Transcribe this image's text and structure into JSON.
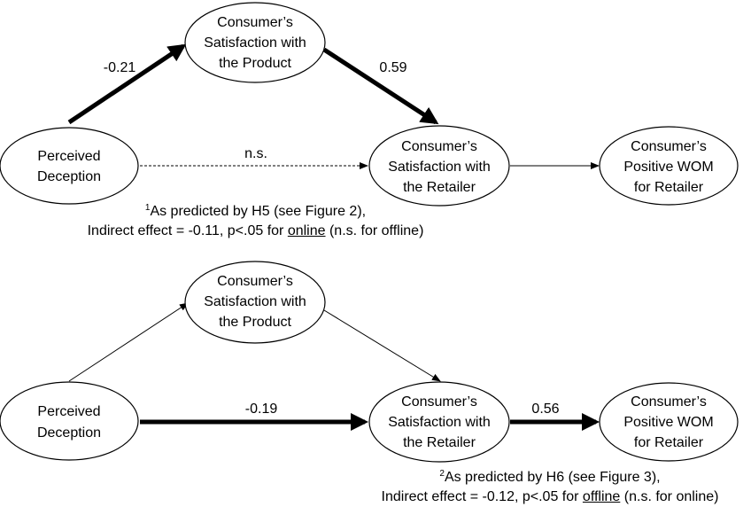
{
  "panels": [
    {
      "nodes": {
        "deception": [
          "Perceived",
          "Deception"
        ],
        "product": [
          "Consumer’s",
          "Satisfaction with",
          "the Product"
        ],
        "retailer": [
          "Consumer’s",
          "Satisfaction with",
          "the Retailer"
        ],
        "wom": [
          "Consumer’s",
          "Positive WOM",
          "for Retailer"
        ]
      },
      "paths": {
        "deception_product": "-0.21",
        "product_retailer": "0.59",
        "deception_retailer": "n.s.",
        "retailer_wom": ""
      },
      "note": {
        "superscript": "1",
        "line1": "As predicted by H5 (see Figure 2),",
        "line2_pre": "Indirect effect = -0.11, p<.05 for ",
        "line2_emph": "online",
        "line2_post": " (n.s. for offline)"
      }
    },
    {
      "nodes": {
        "deception": [
          "Perceived",
          "Deception"
        ],
        "product": [
          "Consumer’s",
          "Satisfaction with",
          "the Product"
        ],
        "retailer": [
          "Consumer’s",
          "Satisfaction with",
          "the Retailer"
        ],
        "wom": [
          "Consumer’s",
          "Positive WOM",
          "for Retailer"
        ]
      },
      "paths": {
        "deception_product": "",
        "product_retailer": "",
        "deception_retailer": "-0.19",
        "retailer_wom": "0.56"
      },
      "note": {
        "superscript": "2",
        "line1": "As predicted by H6 (see Figure 3),",
        "line2_pre": "Indirect effect = -0.12, p<.05 for ",
        "line2_emph": "offline",
        "line2_post": " (n.s. for online)"
      }
    }
  ]
}
